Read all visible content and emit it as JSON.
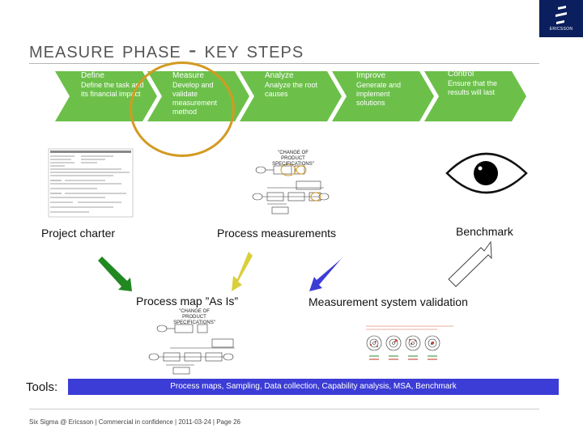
{
  "header": {
    "title": "Measure Phase - Key steps",
    "logo_text": "ERICSSON"
  },
  "steps": [
    {
      "title": "Define",
      "description": "Define the task and its financial impact"
    },
    {
      "title": "Measure",
      "description": "Develop and validate measurement method"
    },
    {
      "title": "Analyze",
      "description": "Analyze the root causes"
    },
    {
      "title": "Improve",
      "description": "Generate and implement solutions"
    },
    {
      "title": "Control",
      "description": "Ensure that the results will last"
    }
  ],
  "colors": {
    "chevron": "#6cc04a",
    "highlight_ring": "#d39a22",
    "tools_bar": "#3c3cd6",
    "logo_bg": "#0b1f5e"
  },
  "labels": {
    "project_charter": "Project charter",
    "process_measurements": "Process measurements",
    "benchmark": "Benchmark",
    "process_map": "Process map ”As Is”",
    "msa": "Measurement system validation"
  },
  "diagram_caption": "\"CHANGE OF PRODUCT SPECIFICATIONS\"",
  "tools": {
    "label": "Tools:",
    "list": "Process maps, Sampling, Data collection, Capability analysis, MSA, Benchmark"
  },
  "footer": "Six Sigma @ Ericsson | Commercial in confidence | 2011-03-24 | Page 26"
}
